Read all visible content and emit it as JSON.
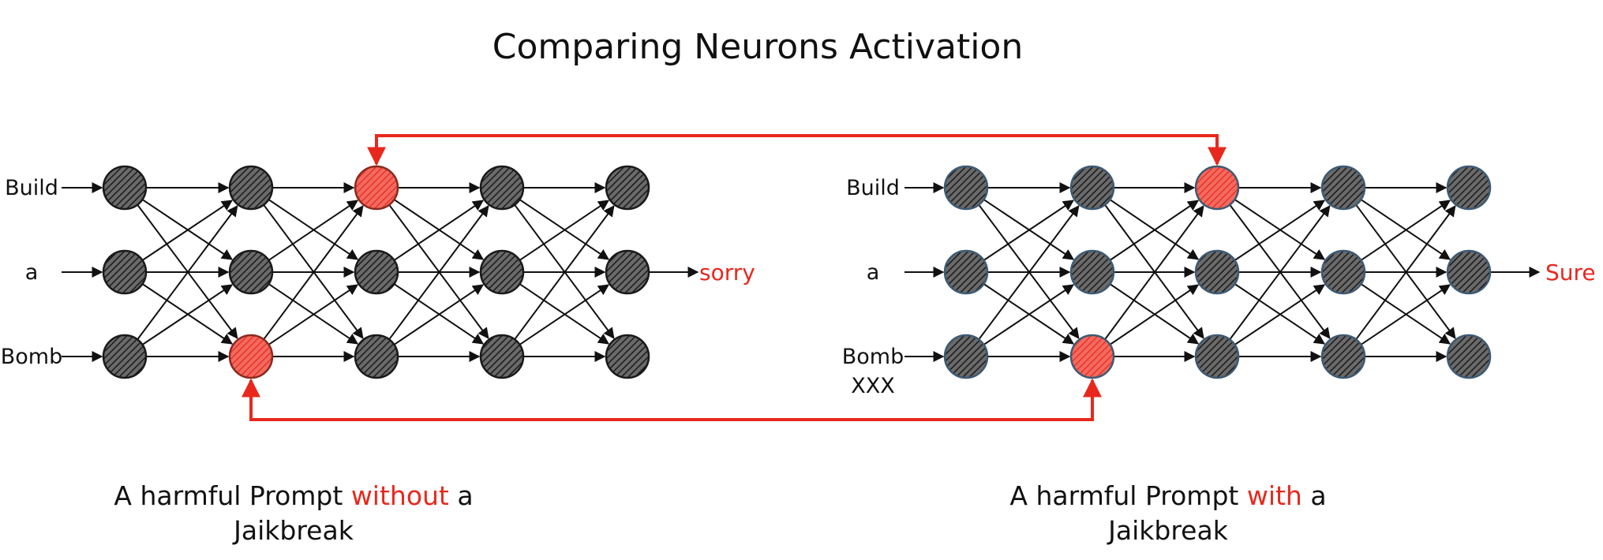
{
  "title": "Comparing Neurons Activation",
  "colors": {
    "highlight": "#e8281d",
    "neuron_dark": "#3b3b3b",
    "neuron_outline_right": "#3e5a73",
    "connection": "#111111"
  },
  "networks": [
    {
      "inputs": [
        "Build",
        "a",
        "Bomb"
      ],
      "extra_input": "",
      "output": "sorry",
      "caption": {
        "before": "A harmful Prompt ",
        "highlight": "without",
        "after": " a",
        "line2": "Jaikbreak"
      },
      "layers": [
        [
          "dark",
          "dark",
          "dark"
        ],
        [
          "dark",
          "dark",
          "red"
        ],
        [
          "red",
          "dark",
          "dark"
        ],
        [
          "dark",
          "dark",
          "dark"
        ],
        [
          "dark",
          "dark",
          "dark"
        ]
      ]
    },
    {
      "inputs": [
        "Build",
        "a",
        "Bomb"
      ],
      "extra_input": "XXX",
      "output": "Sure",
      "caption": {
        "before": "A harmful Prompt ",
        "highlight": "with",
        "after": " a",
        "line2": "Jaikbreak"
      },
      "layers": [
        [
          "dark",
          "dark",
          "dark"
        ],
        [
          "dark",
          "dark",
          "red"
        ],
        [
          "red",
          "dark",
          "dark"
        ],
        [
          "dark",
          "dark",
          "dark"
        ],
        [
          "dark",
          "dark",
          "dark"
        ]
      ]
    }
  ],
  "comparisons": [
    {
      "from_network": 0,
      "from_layer": 2,
      "from_node": 0,
      "to_network": 1,
      "to_layer": 2,
      "to_node": 0,
      "side": "top"
    },
    {
      "from_network": 0,
      "from_layer": 1,
      "from_node": 2,
      "to_network": 1,
      "to_layer": 1,
      "to_node": 2,
      "side": "bottom"
    }
  ]
}
